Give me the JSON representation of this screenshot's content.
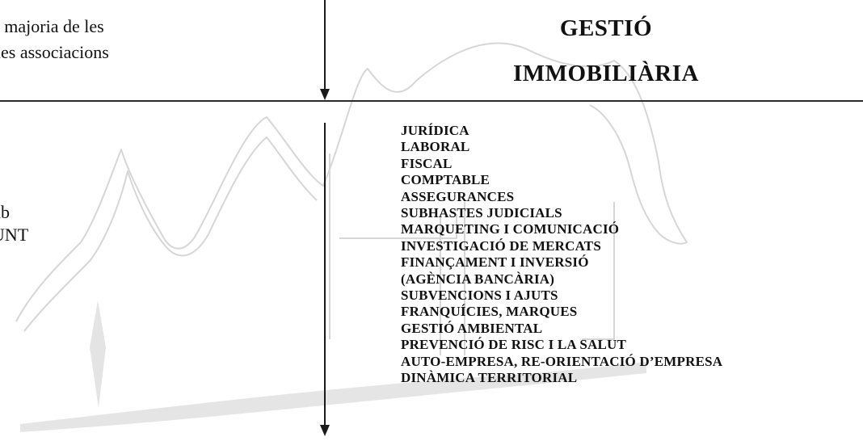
{
  "left_text": {
    "line_1": "a majoria de les",
    "line_2": "nes associacions",
    "line_3": "nb",
    "line_4": "UNT"
  },
  "heading": {
    "line_1": "GESTIÓ",
    "line_2": "IMMOBILIÀRIA"
  },
  "services": [
    "JURÍDICA",
    "LABORAL",
    "FISCAL",
    "COMPTABLE",
    "ASSEGURANCES",
    "SUBHASTES JUDICIALS",
    "MARQUETING I COMUNICACIÓ",
    "INVESTIGACIÓ DE MERCATS",
    "FINANÇAMENT I INVERSIÓ",
    "(AGÈNCIA BANCÀRIA)",
    "SUBVENCIONS I AJUTS",
    "FRANQUÍCIES, MARQUES",
    "GESTIÓ AMBIENTAL",
    "PREVENCIÓ DE RISC I LA SALUT",
    "AUTO-EMPRESA, RE-ORIENTACIÓ D’EMPRESA",
    "DINÀMICA TERRITORIAL"
  ],
  "colors": {
    "text": "#111111",
    "watermark_stroke": "#d9d9d9",
    "watermark_fill": "#c8c8c8"
  }
}
